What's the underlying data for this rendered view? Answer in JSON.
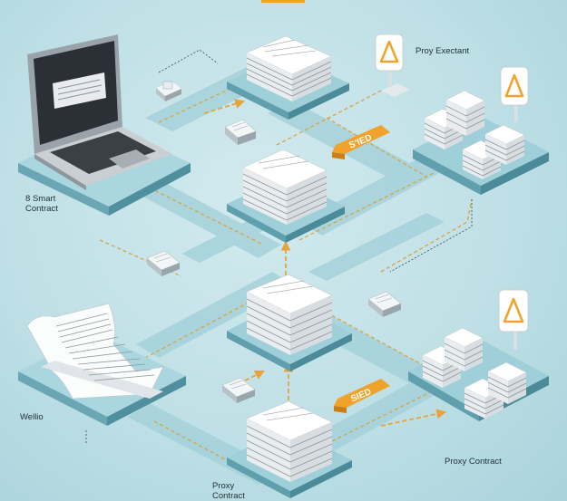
{
  "labels": {
    "smart_contract_number": "8",
    "smart_contract": "Smart",
    "smart_contract_line2": "Contract",
    "proxy_executant": "Proy Exectant",
    "wellio": "Wellio",
    "proxy_contract_bottom_line1": "Proxy",
    "proxy_contract_bottom_line2": "Contract",
    "proxy_contract_right": "Proxy Contract"
  },
  "tags": {
    "top": "S’IED",
    "bottom": "SIED"
  },
  "icons": {
    "laptop": "laptop-icon",
    "document": "document-icon",
    "warning_sign": "warning-sign-icon",
    "server_stack": "server-stack-icon",
    "card": "card-icon"
  },
  "colors": {
    "background": "#bfe0e6",
    "platform": "#8fc6d0",
    "platform_side": "#5f9fae",
    "accent_orange": "#f0a22a",
    "dashed_line": "#d9a441"
  }
}
